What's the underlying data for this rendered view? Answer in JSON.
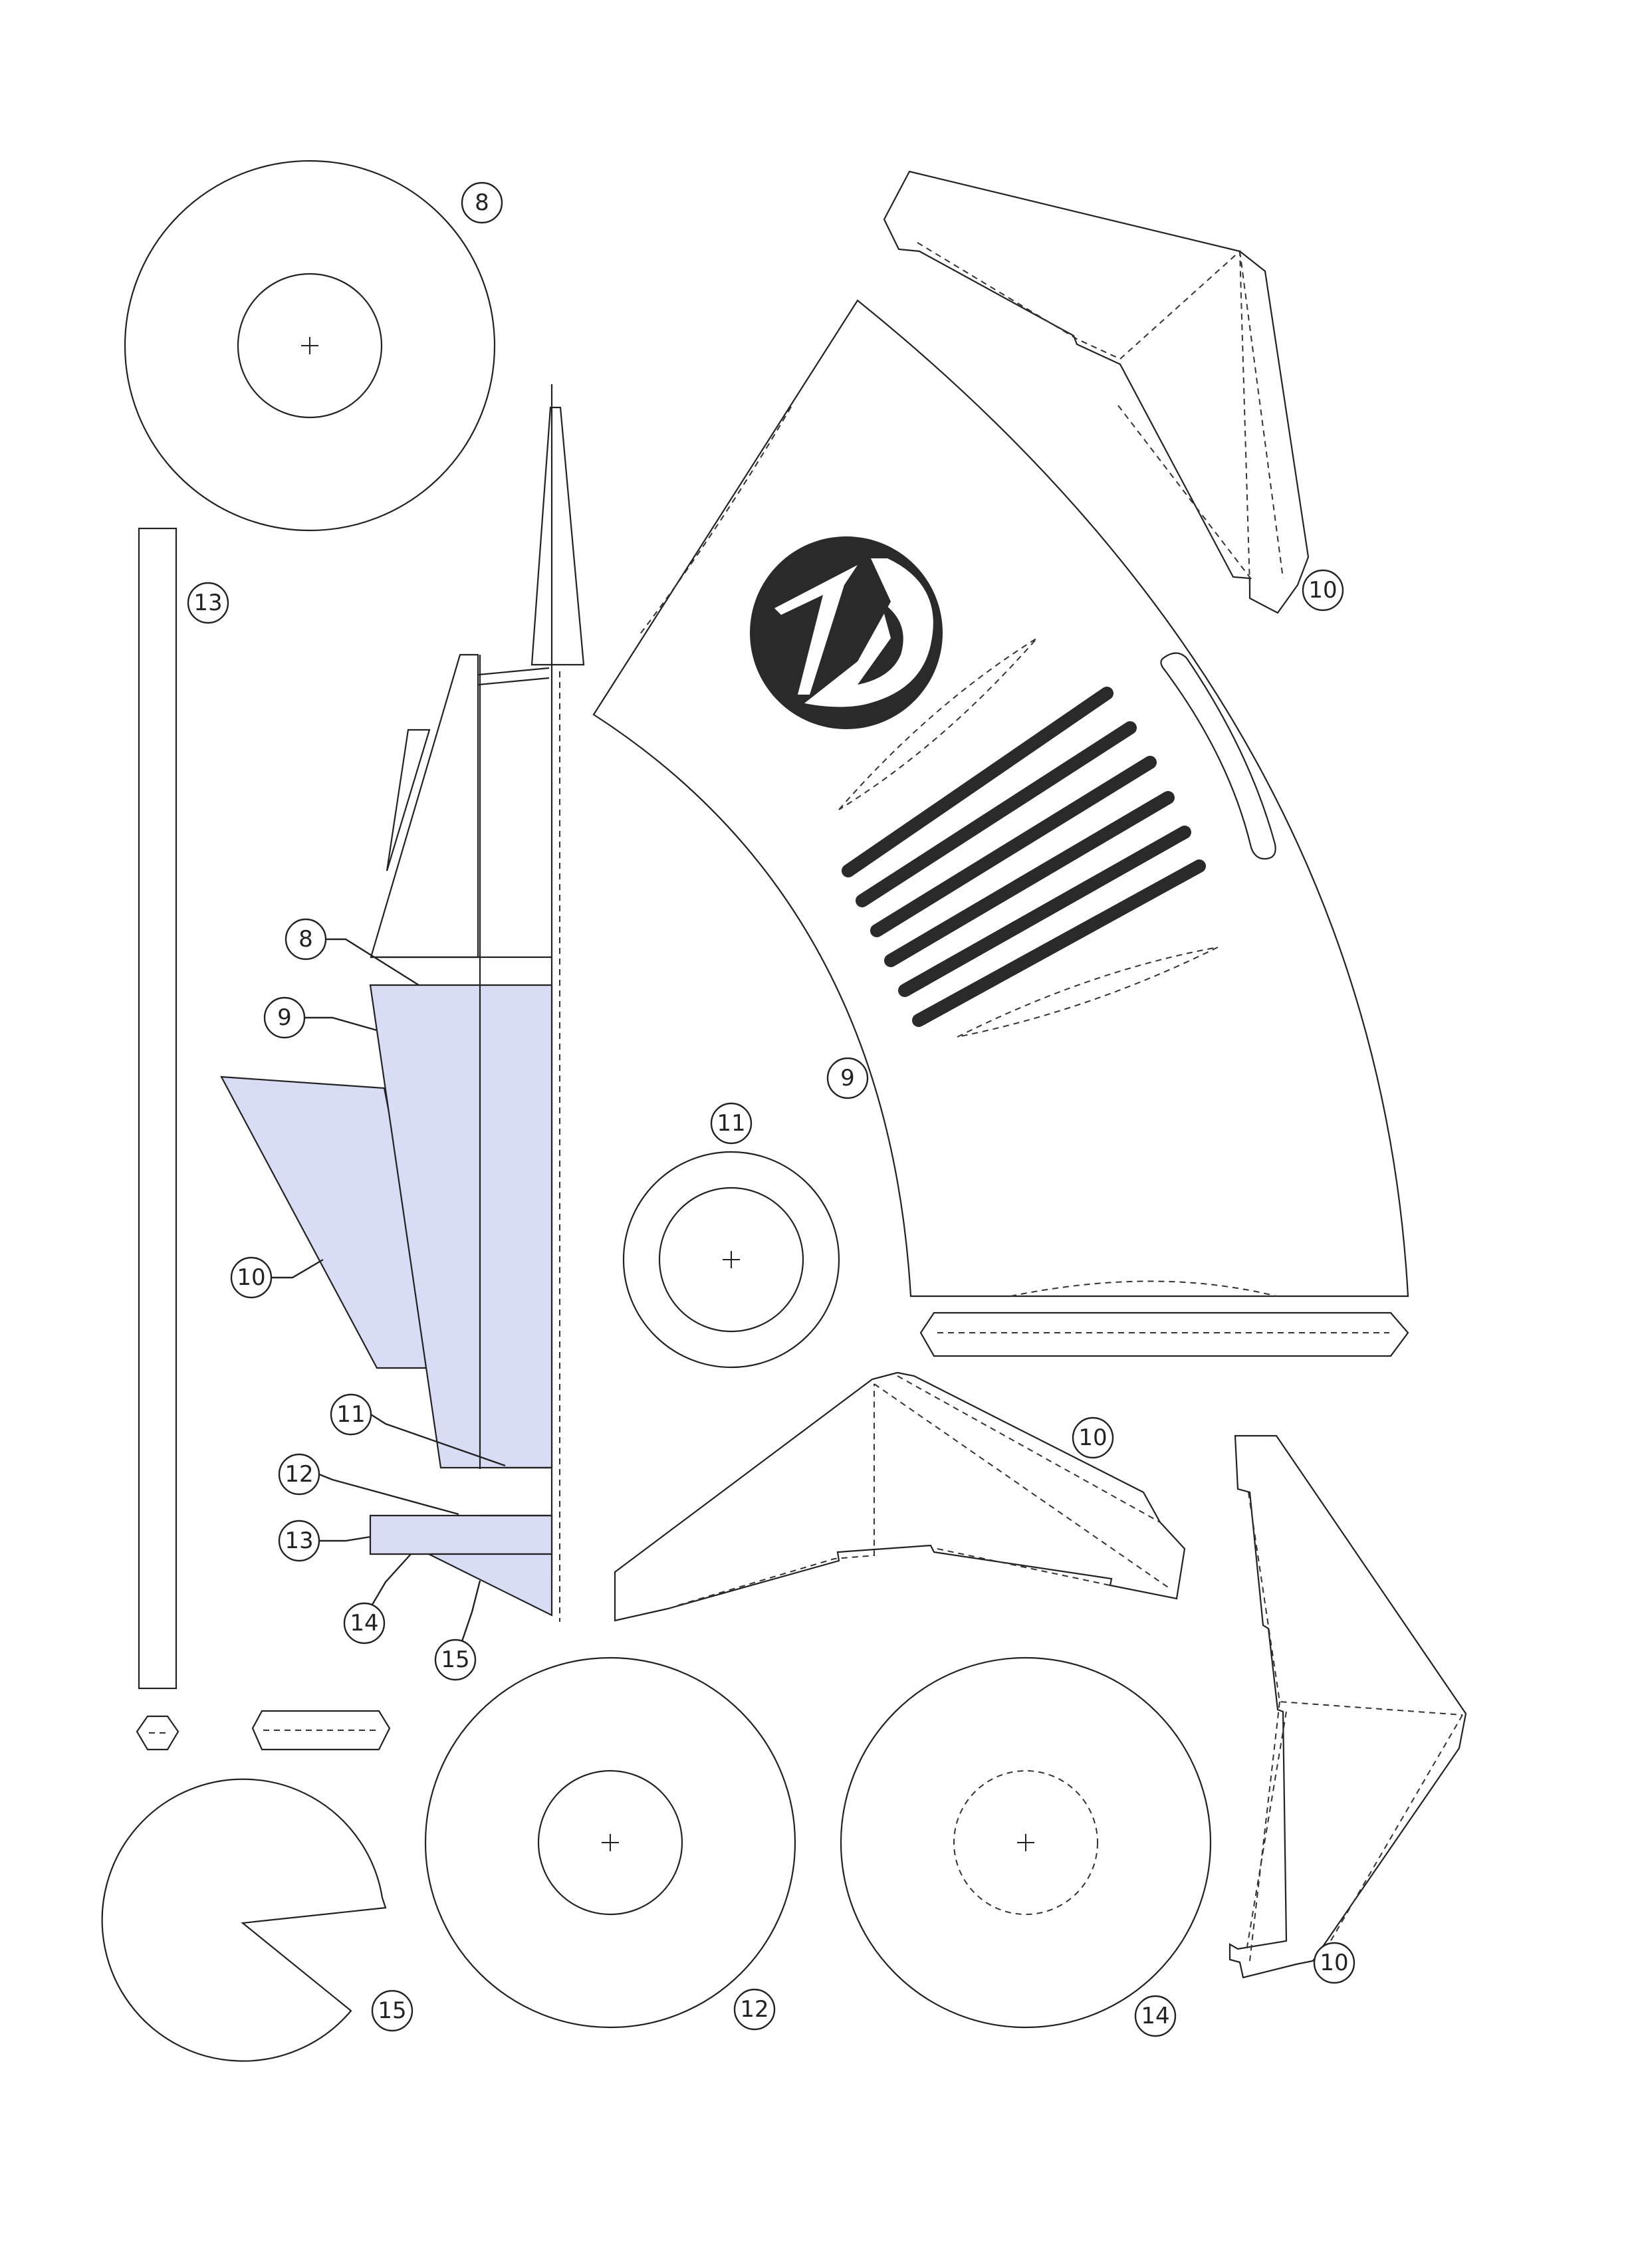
{
  "sheet": {
    "part_labels": {
      "disc_top": "8",
      "strip_long": "13",
      "nose_cone": "9",
      "fin_top": "10",
      "fin_right_top": "10",
      "ring": "11",
      "fin_middle": "10",
      "fin_right_bottom": "10",
      "pac_disc": "15",
      "disc_bottom_left": "12",
      "disc_bottom_right": "14"
    },
    "assembly_callouts": [
      "8",
      "9",
      "10",
      "11",
      "12",
      "13",
      "14",
      "15"
    ]
  },
  "colors": {
    "assembly_fill": "#d8dcf5",
    "line": "#222222",
    "logo": "#2a2a2a"
  },
  "icons": [
    "vd-logo-icon",
    "center-cross-icon"
  ]
}
